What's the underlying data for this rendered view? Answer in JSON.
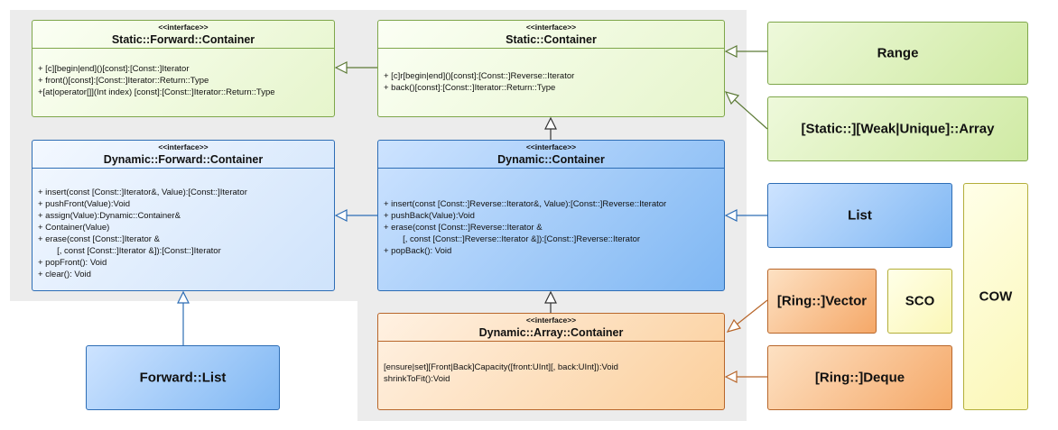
{
  "stereotype": "<<interface>>",
  "static_forward_container": {
    "name": "Static::Forward::Container",
    "members": [
      "+ [c][begin|end]()[const]:[Const::]Iterator",
      "+ front()[const]:[Const::]Iterator::Return::Type",
      "+[at|operator[]](Int index) [const]:[Const::]Iterator::Return::Type"
    ]
  },
  "static_container": {
    "name": "Static::Container",
    "members": [
      "+ [c]r[begin|end]()[const]:[Const::]Reverse::Iterator",
      "+ back()[const]:[Const::]Iterator::Return::Type"
    ]
  },
  "dynamic_forward_container": {
    "name": "Dynamic::Forward::Container",
    "members": [
      "+ insert(const [Const::]Iterator&, Value):[Const::]Iterator",
      "+ pushFront(Value):Void",
      "+ assign(Value):Dynamic::Container&",
      "+ Container(Value)",
      "+ erase(const [Const::]Iterator &",
      "        [, const [Const::]Iterator &]):[Const::]Iterator",
      "+ popFront(): Void",
      "+ clear(): Void"
    ]
  },
  "dynamic_container": {
    "name": "Dynamic::Container",
    "members": [
      "+ insert(const [Const::]Reverse::Iterator&, Value):[Const::]Reverse::Iterator",
      "+ pushBack(Value):Void",
      "+ erase(const [Const::]Reverse::Iterator &",
      "        [, const [Const::]Reverse::Iterator &]):[Const::]Reverse::Iterator",
      "+ popBack(): Void"
    ]
  },
  "dynamic_array_container": {
    "name": "Dynamic::Array::Container",
    "members": [
      "[ensure|set][Front|Back]Capacity([front:UInt][, back:UInt]):Void",
      "shrinkToFit():Void"
    ]
  },
  "classes": {
    "range": "Range",
    "array": "[Static::][Weak|Unique]::Array",
    "list": "List",
    "forward_list": "Forward::List",
    "ring_vector": "[Ring::]Vector",
    "sco": "SCO",
    "cow": "COW",
    "ring_deque": "[Ring::]Deque"
  },
  "colors": {
    "green": "#7ea64a",
    "blue": "#2d6db5",
    "orange": "#b8662a",
    "yellow": "#b3ae3a",
    "group_background": "#ececec"
  }
}
